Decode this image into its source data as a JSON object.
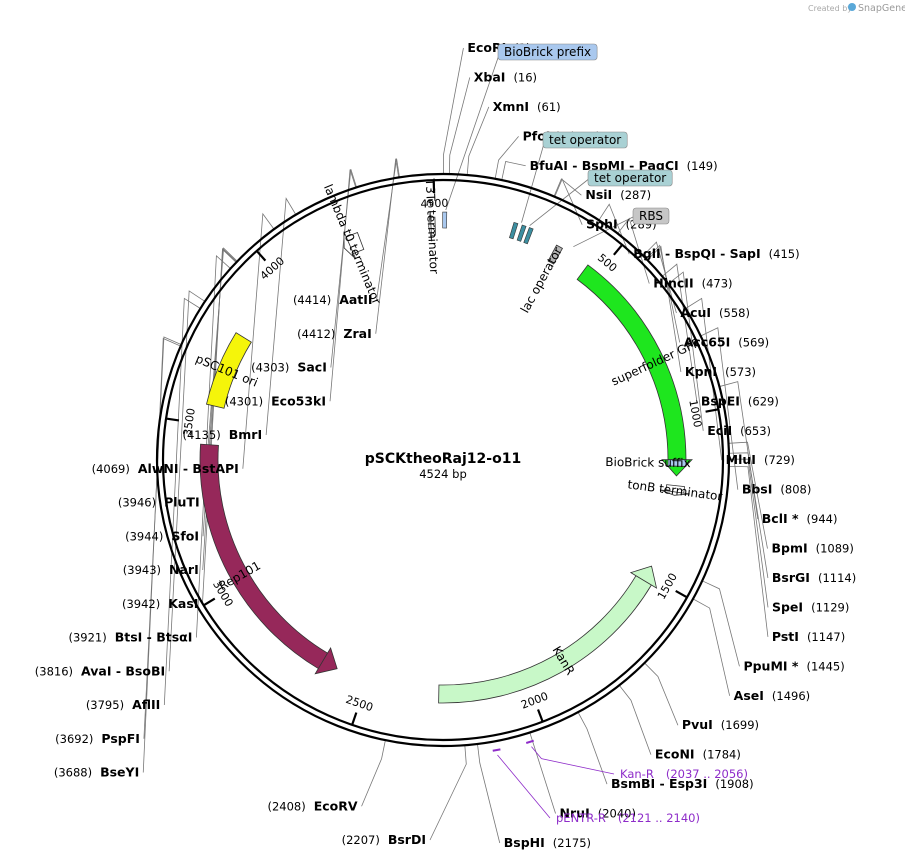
{
  "credit": {
    "created_by": "Created by",
    "brand": "SnapGene"
  },
  "plasmid": {
    "name": "pSCKtheoRaj12-o11",
    "length_label": "4524 bp",
    "length_bp": 4524
  },
  "ticks": [
    {
      "bp": 500,
      "label": "500"
    },
    {
      "bp": 1000,
      "label": "1000"
    },
    {
      "bp": 1500,
      "label": "1500"
    },
    {
      "bp": 2000,
      "label": "2000"
    },
    {
      "bp": 2500,
      "label": "2500"
    },
    {
      "bp": 3000,
      "label": "3000"
    },
    {
      "bp": 3500,
      "label": "3500"
    },
    {
      "bp": 4000,
      "label": "4000"
    },
    {
      "bp": 4500,
      "label": "4500"
    }
  ],
  "sites_right": [
    {
      "name": "EcoRI",
      "pos": "(1)",
      "bp": 1
    },
    {
      "name": "XbaI",
      "pos": "(16)",
      "bp": 16
    },
    {
      "name": "XmnI",
      "pos": "(61)",
      "bp": 61
    },
    {
      "name": "PfoI *",
      "pos": "(132)",
      "bp": 132
    },
    {
      "name": "BfuAI  - BspMI  - PaqCI",
      "pos": "(149)",
      "bp": 149
    },
    {
      "name": "NsiI",
      "pos": "(287)",
      "bp": 287
    },
    {
      "name": "SphI",
      "pos": "(289)",
      "bp": 289
    },
    {
      "name": "BglI  - BspQI  - SapI",
      "pos": "(415)",
      "bp": 415
    },
    {
      "name": "HincII",
      "pos": "(473)",
      "bp": 473
    },
    {
      "name": "AcuI",
      "pos": "(558)",
      "bp": 558
    },
    {
      "name": "Acc65I",
      "pos": "(569)",
      "bp": 569
    },
    {
      "name": "KpnI",
      "pos": "(573)",
      "bp": 573
    },
    {
      "name": "BspEI",
      "pos": "(629)",
      "bp": 629
    },
    {
      "name": "EciI",
      "pos": "(653)",
      "bp": 653
    },
    {
      "name": "MluI",
      "pos": "(729)",
      "bp": 729
    },
    {
      "name": "BbsI",
      "pos": "(808)",
      "bp": 808
    },
    {
      "name": "BclI *",
      "pos": "(944)",
      "bp": 944
    },
    {
      "name": "BpmI",
      "pos": "(1089)",
      "bp": 1089
    },
    {
      "name": "BsrGI",
      "pos": "(1114)",
      "bp": 1114
    },
    {
      "name": "SpeI",
      "pos": "(1129)",
      "bp": 1129
    },
    {
      "name": "PstI",
      "pos": "(1147)",
      "bp": 1147
    },
    {
      "name": "PpuMI *",
      "pos": "(1445)",
      "bp": 1445
    },
    {
      "name": "AseI",
      "pos": "(1496)",
      "bp": 1496
    },
    {
      "name": "PvuI",
      "pos": "(1699)",
      "bp": 1699
    },
    {
      "name": "EcoNI",
      "pos": "(1784)",
      "bp": 1784
    },
    {
      "name": "BsmBI  - Esp3I",
      "pos": "(1908)",
      "bp": 1908
    },
    {
      "name": "NruI",
      "pos": "(2040)",
      "bp": 2040
    },
    {
      "name": "BspHI",
      "pos": "(2175)",
      "bp": 2175
    }
  ],
  "sites_left": [
    {
      "name": "BsrDI",
      "pos": "(2207)",
      "bp": 2207
    },
    {
      "name": "EcoRV",
      "pos": "(2408)",
      "bp": 2408
    },
    {
      "name": "BseYI",
      "pos": "(3688)",
      "bp": 3688
    },
    {
      "name": "PspFI",
      "pos": "(3692)",
      "bp": 3692
    },
    {
      "name": "AflII",
      "pos": "(3795)",
      "bp": 3795
    },
    {
      "name": "AvaI  - BsoBI",
      "pos": "(3816)",
      "bp": 3816
    },
    {
      "name": "BtsI  - BtsαI",
      "pos": "(3921)",
      "bp": 3921
    },
    {
      "name": "KasI",
      "pos": "(3942)",
      "bp": 3942
    },
    {
      "name": "NarI",
      "pos": "(3943)",
      "bp": 3943
    },
    {
      "name": "SfoI",
      "pos": "(3944)",
      "bp": 3944
    },
    {
      "name": "PluTI",
      "pos": "(3946)",
      "bp": 3946
    },
    {
      "name": "AlwNI  - BstAPI",
      "pos": "(4069)",
      "bp": 4069
    },
    {
      "name": "BmrI",
      "pos": "(4135)",
      "bp": 4135
    },
    {
      "name": "Eco53kI",
      "pos": "(4301)",
      "bp": 4301
    },
    {
      "name": "SacI",
      "pos": "(4303)",
      "bp": 4303
    },
    {
      "name": "ZraI",
      "pos": "(4412)",
      "bp": 4412
    },
    {
      "name": "AatII",
      "pos": "(4414)",
      "bp": 4414
    }
  ],
  "primers": [
    {
      "name": "Kan-R",
      "range": "(2037 .. 2056)",
      "start": 2037,
      "end": 2056
    },
    {
      "name": "pENTR-R",
      "range": "(2121 .. 2140)",
      "start": 2121,
      "end": 2140
    }
  ],
  "boxed_labels": [
    {
      "text": "BioBrick prefix",
      "bp": 8,
      "color": "#a9c8ee"
    },
    {
      "text": "tet operator",
      "bp": 230,
      "color": "#a9d1d4"
    },
    {
      "text": "tet operator",
      "bp": 255,
      "color": "#a9d1d4"
    },
    {
      "text": "RBS",
      "bp": 395,
      "color": "#c6c6c6"
    }
  ],
  "features": [
    {
      "name": "superfolder GFP",
      "start": 460,
      "end": 1180,
      "color": "#1ee61e",
      "direction": "cw"
    },
    {
      "name": "KanR",
      "start": 1470,
      "end": 2275,
      "color": "#c8f8c8",
      "direction": "ccw"
    },
    {
      "name": "Rep101",
      "start": 2600,
      "end": 3440,
      "color": "#96285a",
      "direction": "ccw"
    },
    {
      "name": "pSC101 ori",
      "start": 3560,
      "end": 3790,
      "color": "#f5f50a",
      "direction": "none"
    },
    {
      "name": "lambda t0 terminator",
      "start": 4210,
      "end": 4265,
      "color": "#ffffff",
      "direction": "ccw"
    },
    {
      "name": "T3Te terminator",
      "start": 4480,
      "end": 4500,
      "color": "#ffffff",
      "direction": "ccw"
    },
    {
      "name": "lac operator",
      "start": 350,
      "end": 370,
      "color": "#b4b4b4",
      "direction": "none"
    },
    {
      "name": "BioBrick suffix",
      "start": 1130,
      "end": 1150,
      "color": "#a9c8ee",
      "direction": "none"
    },
    {
      "name": "tonB terminator",
      "start": 1210,
      "end": 1240,
      "color": "#ffffff",
      "direction": "cw"
    }
  ],
  "small_marks": [
    {
      "bp": 5,
      "color": "#a9c8ee"
    },
    {
      "bp": 215,
      "color": "#3c8ea0"
    },
    {
      "bp": 240,
      "color": "#3c8ea0"
    },
    {
      "bp": 262,
      "color": "#3c8ea0"
    }
  ]
}
